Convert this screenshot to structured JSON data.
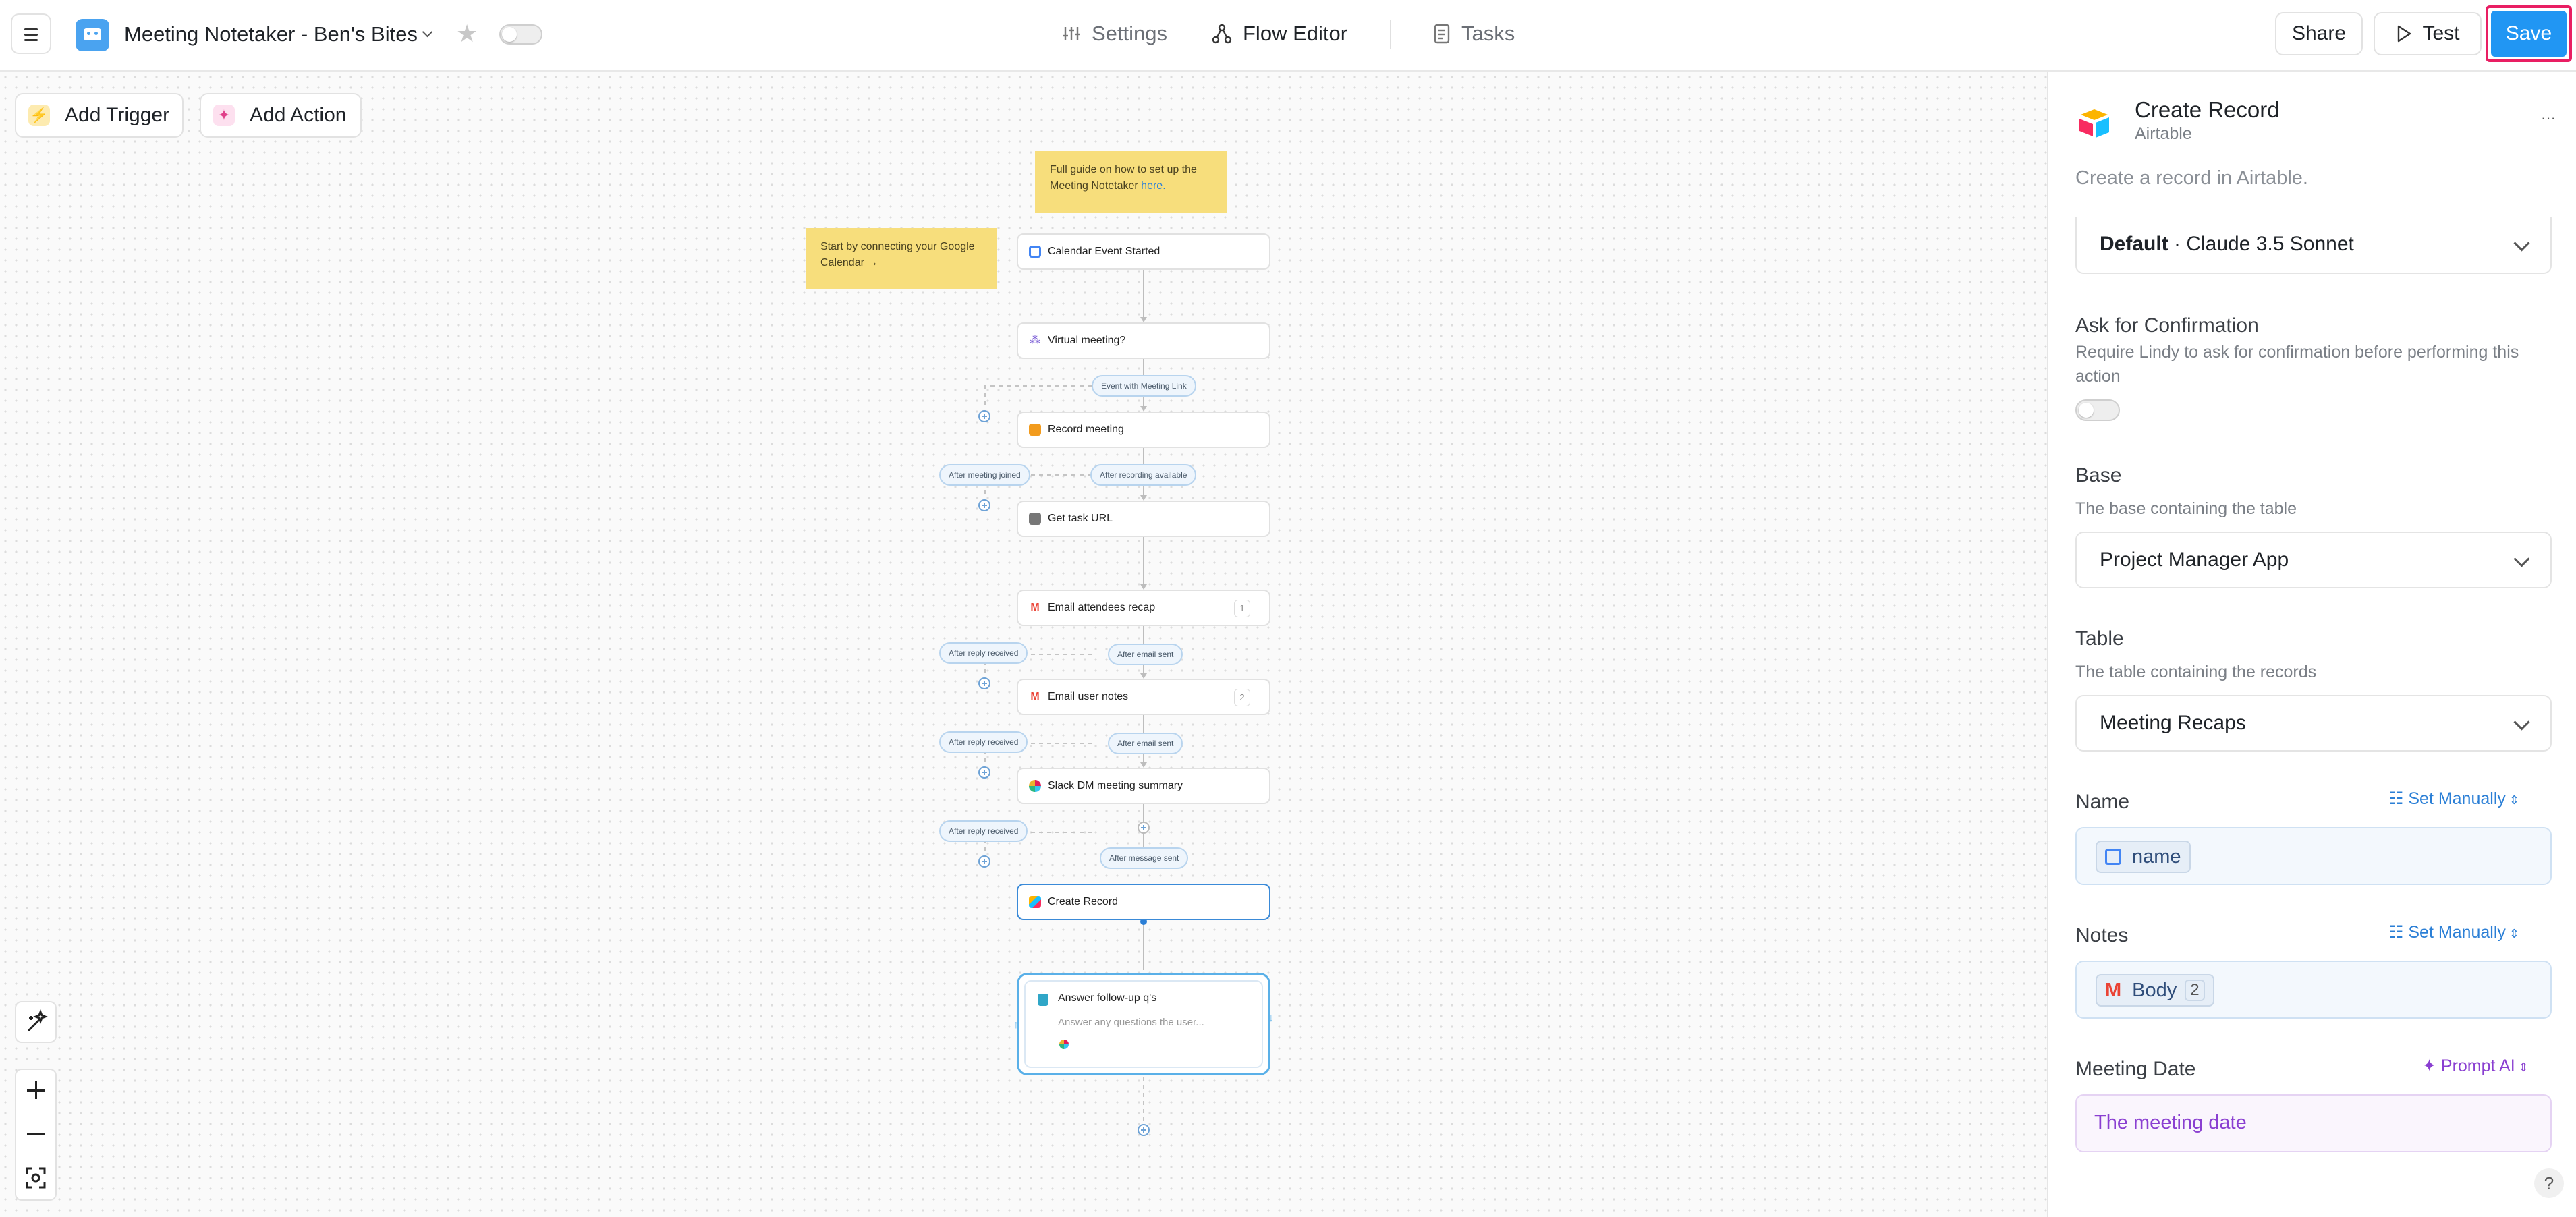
{
  "header": {
    "app_title": "Meeting Notetaker - Ben's Bites",
    "tabs": [
      {
        "label": "Settings"
      },
      {
        "label": "Flow Editor"
      },
      {
        "label": "Tasks"
      }
    ],
    "share_label": "Share",
    "test_label": "Test",
    "save_label": "Save"
  },
  "canvas": {
    "add_trigger_label": "Add Trigger",
    "add_action_label": "Add Action",
    "sticky_guide": "Full guide on how to set up the Meeting Notetaker",
    "sticky_guide_link": " here.",
    "sticky_start": "Start by connecting your Google Calendar →",
    "nodes": [
      {
        "label": "Calendar Event Started"
      },
      {
        "label": "Virtual meeting?"
      },
      {
        "label": "Record meeting"
      },
      {
        "label": "Get task URL"
      },
      {
        "label": "Email attendees recap",
        "count": "1"
      },
      {
        "label": "Email user notes",
        "count": "2"
      },
      {
        "label": "Slack DM meeting summary"
      },
      {
        "label": "Create Record"
      }
    ],
    "agent_node": {
      "label": "Answer follow-up q's",
      "description": "Answer any questions the user..."
    },
    "pills": {
      "event_with_link": "Event with Meeting Link",
      "after_meeting_joined": "After meeting joined",
      "after_recording_available": "After recording available",
      "after_reply_received": "After reply received",
      "after_email_sent": "After email sent",
      "after_message_sent": "After message sent"
    }
  },
  "panel": {
    "title": "Create Record",
    "subtitle": "Airtable",
    "description": "Create a record in Airtable.",
    "model_name": "Default",
    "model_value": " · Claude 3.5 Sonnet",
    "confirmation_label": "Ask for Confirmation",
    "confirmation_desc": "Require Lindy to ask for confirmation before performing this action",
    "confirmation_enabled": false,
    "base_label": "Base",
    "base_desc": "The base containing the table",
    "base_value": "Project Manager App",
    "table_label": "Table",
    "table_desc": "The table containing the records",
    "table_value": "Meeting Recaps",
    "name_label": "Name",
    "name_mode": "Set Manually",
    "name_chip": "name",
    "notes_label": "Notes",
    "notes_mode": "Set Manually",
    "notes_chip": "Body",
    "notes_chip_count": "2",
    "date_label": "Meeting Date",
    "date_mode": "Prompt AI",
    "date_value": "The meeting date",
    "help": "?",
    "more": "···"
  },
  "colors": {
    "accent": "#2196f3",
    "save_border": "#e91e63",
    "sticky": "#f7de7c",
    "prompt_ai": "#8a3fd1"
  }
}
